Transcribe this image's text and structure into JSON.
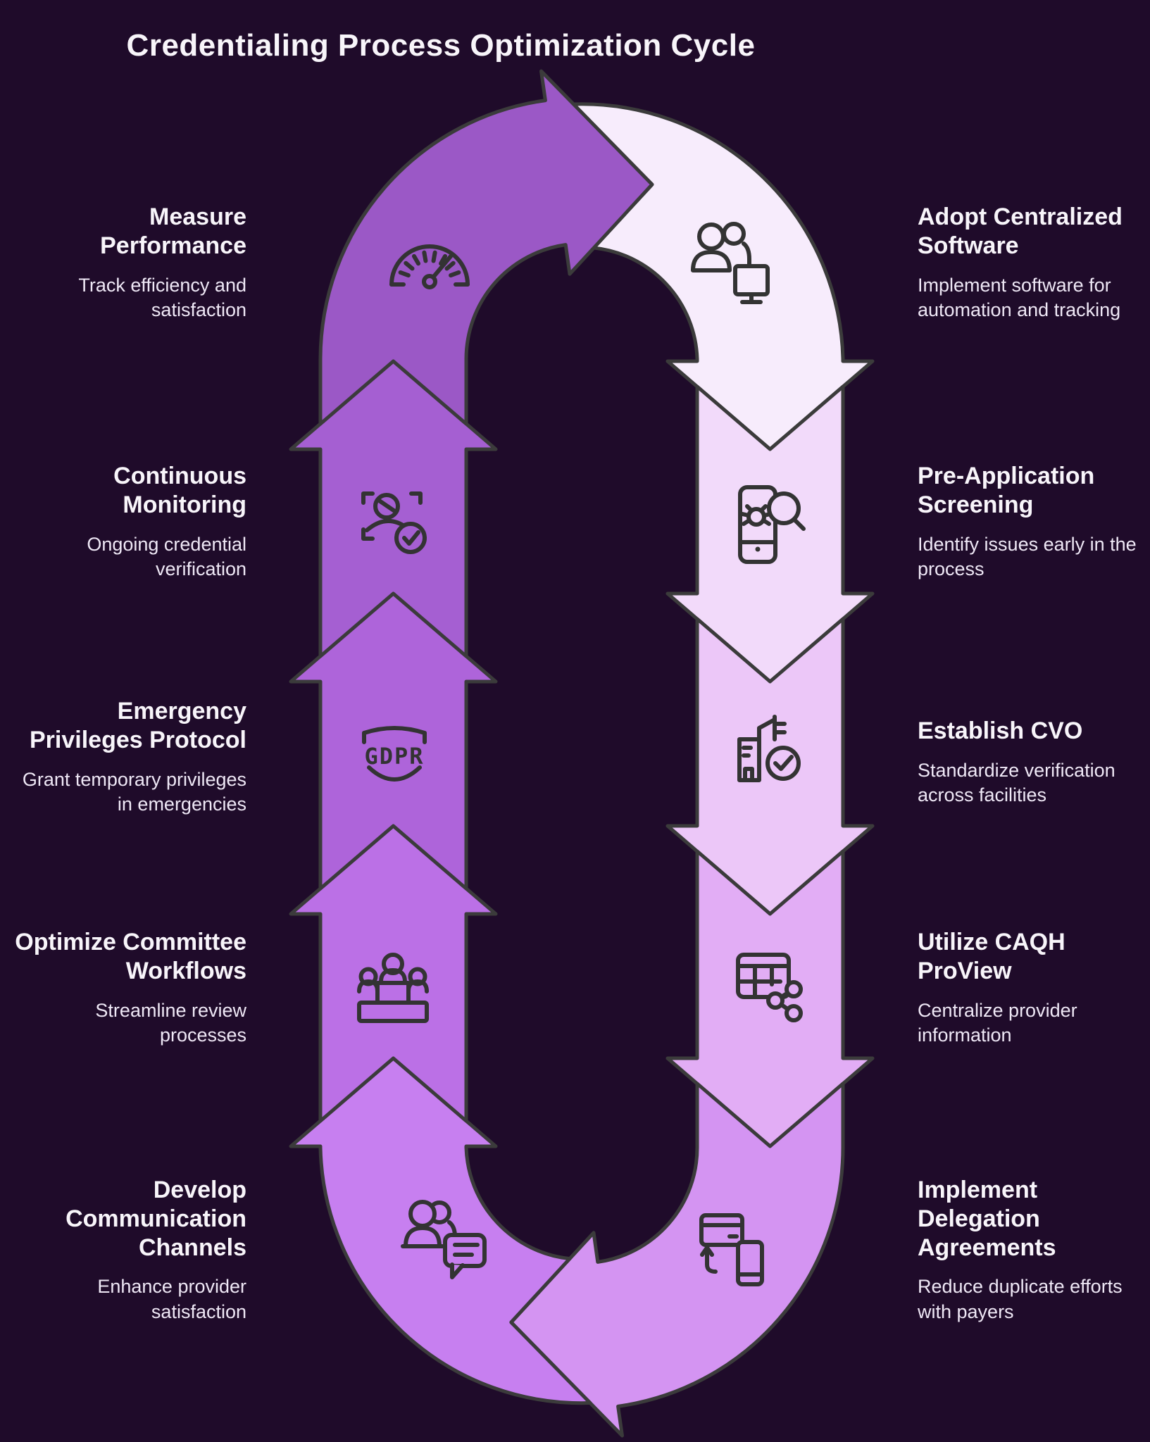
{
  "title": "Credentialing Process Optimization Cycle",
  "colors": {
    "background": "#1f0b2a",
    "outline": "#3b3b3b",
    "icon": "#333333",
    "title_text": "#f8f5fa",
    "body_text": "#efe8f6"
  },
  "steps": [
    {
      "number": 1,
      "side": "right",
      "heading": "Adopt Centralized\nSoftware",
      "description": "Implement software for\nautomation and tracking",
      "icon": "team-monitor-icon",
      "arrow_color": "#f7ecfc"
    },
    {
      "number": 2,
      "side": "right",
      "heading": "Pre-Application\nScreening",
      "description": "Identify issues early in the\nprocess",
      "icon": "phone-bug-search-icon",
      "arrow_color": "#f2dafa"
    },
    {
      "number": 3,
      "side": "right",
      "heading": "Establish CVO",
      "description": "Standardize verification\nacross facilities",
      "icon": "building-check-icon",
      "arrow_color": "#ecc7f8"
    },
    {
      "number": 4,
      "side": "right",
      "heading": "Utilize CAQH\nProView",
      "description": "Centralize provider\ninformation",
      "icon": "table-share-icon",
      "arrow_color": "#e2adf5"
    },
    {
      "number": 5,
      "side": "right",
      "heading": "Implement\nDelegation\nAgreements",
      "description": "Reduce duplicate efforts\nwith payers",
      "icon": "card-phone-transfer-icon",
      "arrow_color": "#d494f2"
    },
    {
      "number": 6,
      "side": "left",
      "heading": "Develop\nCommunication\nChannels",
      "description": "Enhance provider\nsatisfaction",
      "icon": "people-chat-icon",
      "arrow_color": "#c77ff0"
    },
    {
      "number": 7,
      "side": "left",
      "heading": "Optimize Committee\nWorkflows",
      "description": "Streamline review\nprocesses",
      "icon": "committee-podium-icon",
      "arrow_color": "#bb70e6"
    },
    {
      "number": 8,
      "side": "left",
      "heading": "Emergency\nPrivileges Protocol",
      "description": "Grant temporary privileges\nin emergencies",
      "icon": "gdpr-shield-icon",
      "arrow_color": "#ae64da"
    },
    {
      "number": 9,
      "side": "left",
      "heading": "Continuous\nMonitoring",
      "description": "Ongoing credential\nverification",
      "icon": "person-scan-check-icon",
      "arrow_color": "#a55fd2"
    },
    {
      "number": 10,
      "side": "left",
      "heading": "Measure\nPerformance",
      "description": "Track efficiency and\nsatisfaction",
      "icon": "speedometer-icon",
      "arrow_color": "#9b58c6"
    }
  ]
}
